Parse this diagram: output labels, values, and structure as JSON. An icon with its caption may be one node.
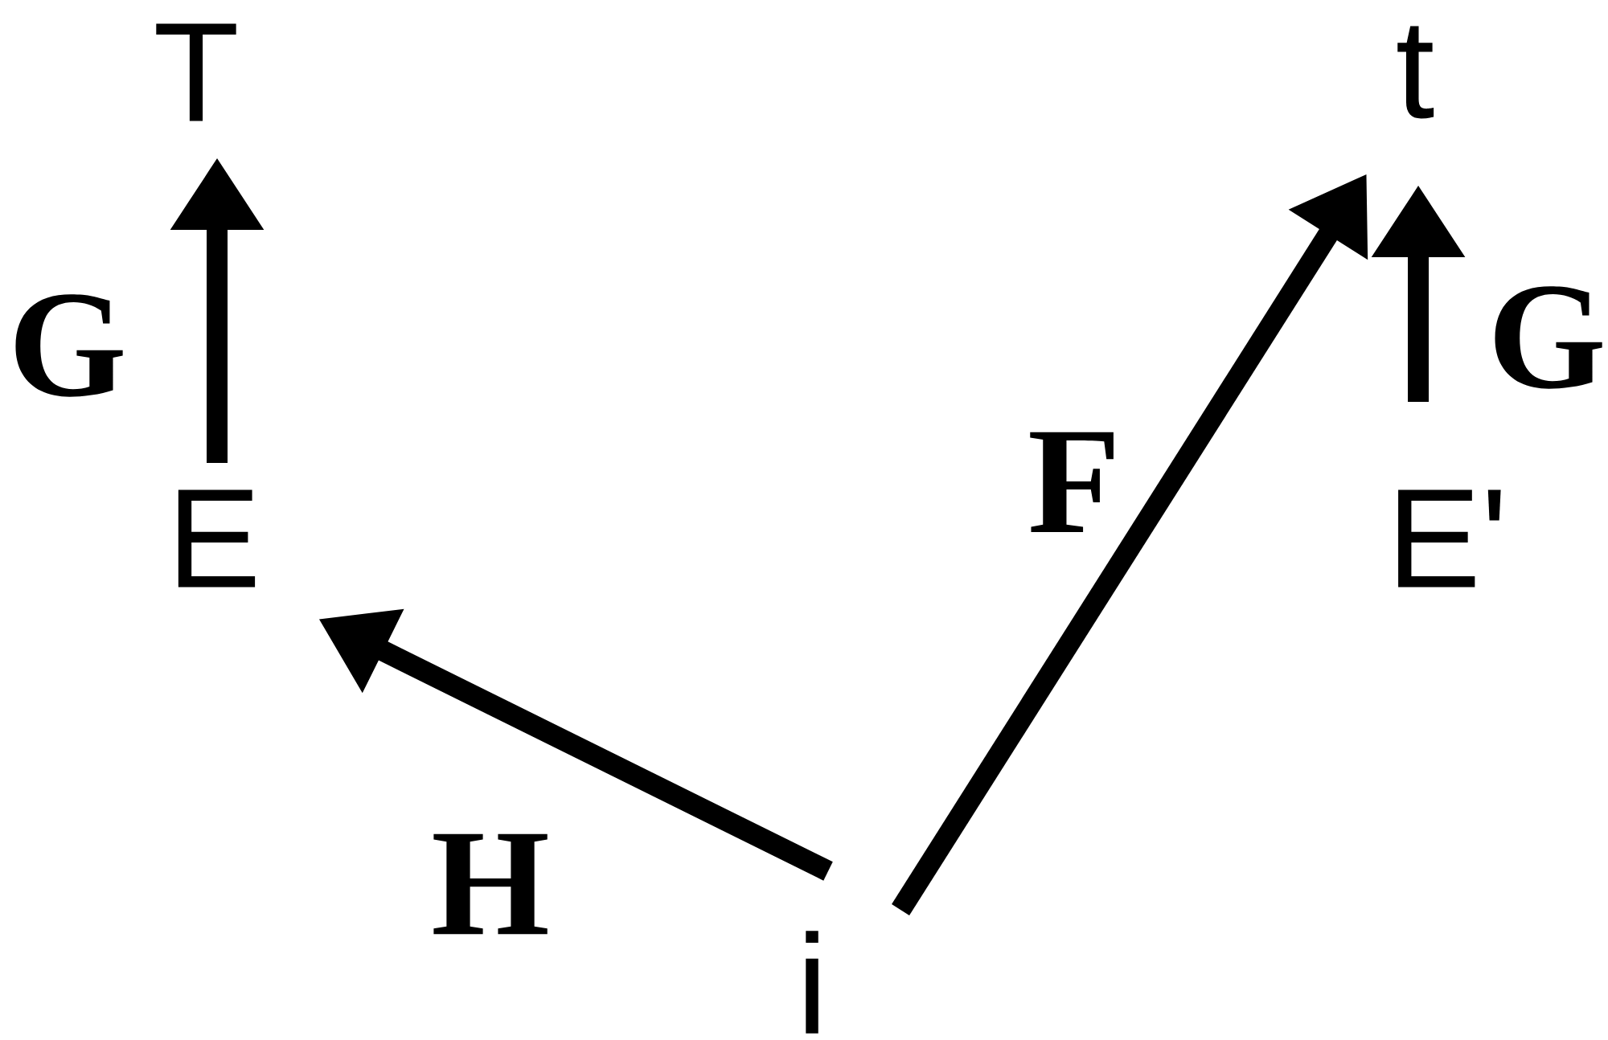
{
  "diagram": {
    "nodes": [
      {
        "text": [
          "T"
        ]
      },
      {
        "text": [
          "E"
        ]
      },
      {
        "text": [
          "i"
        ]
      },
      {
        "text": [
          "t"
        ]
      },
      {
        "text": [
          "E'"
        ]
      }
    ],
    "edges": [
      {
        "from": 1,
        "to": 0,
        "arrow": "to",
        "label": "G"
      },
      {
        "from": 2,
        "to": 1,
        "arrow": "to",
        "label": "H"
      },
      {
        "from": 2,
        "to": 3,
        "arrow": "to",
        "label": "F"
      },
      {
        "from": 4,
        "to": 3,
        "arrow": "to",
        "label": "G"
      }
    ]
  }
}
